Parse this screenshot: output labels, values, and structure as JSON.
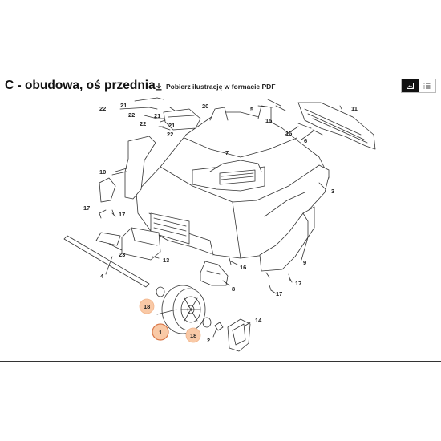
{
  "header": {
    "title": "C - obudowa, oś przednia",
    "download_label": "Pobierz ilustrację w formacie PDF",
    "view_options": [
      "image-view-icon",
      "list-view-icon"
    ],
    "active_view": "image-view-icon"
  },
  "colors": {
    "highlight": "#f9c9a6",
    "highlight_ring": "#e8956a",
    "line": "#333333"
  },
  "diagram": {
    "parts": [
      {
        "id": "p22a",
        "label": "22"
      },
      {
        "id": "p21a",
        "label": "21"
      },
      {
        "id": "p22b",
        "label": "22"
      },
      {
        "id": "p22c",
        "label": "22"
      },
      {
        "id": "p20",
        "label": "20"
      },
      {
        "id": "p21b",
        "label": "21"
      },
      {
        "id": "p21c",
        "label": "21"
      },
      {
        "id": "p22d",
        "label": "22"
      },
      {
        "id": "p5",
        "label": "5"
      },
      {
        "id": "p15a",
        "label": "15"
      },
      {
        "id": "p11",
        "label": "11"
      },
      {
        "id": "p15b",
        "label": "15"
      },
      {
        "id": "p6",
        "label": "6"
      },
      {
        "id": "p7",
        "label": "7"
      },
      {
        "id": "p10",
        "label": "10"
      },
      {
        "id": "p3",
        "label": "3"
      },
      {
        "id": "p17a",
        "label": "17"
      },
      {
        "id": "p17b",
        "label": "17"
      },
      {
        "id": "p23",
        "label": "23"
      },
      {
        "id": "p13",
        "label": "13"
      },
      {
        "id": "p16",
        "label": "16"
      },
      {
        "id": "p9",
        "label": "9"
      },
      {
        "id": "p4",
        "label": "4"
      },
      {
        "id": "p8",
        "label": "8"
      },
      {
        "id": "p17c",
        "label": "17"
      },
      {
        "id": "p17d",
        "label": "17"
      },
      {
        "id": "p18a",
        "label": "18",
        "highlighted": true
      },
      {
        "id": "p1",
        "label": "1",
        "highlighted": true
      },
      {
        "id": "p18b",
        "label": "18",
        "highlighted": true
      },
      {
        "id": "p2",
        "label": "2"
      },
      {
        "id": "p14",
        "label": "14"
      }
    ]
  }
}
